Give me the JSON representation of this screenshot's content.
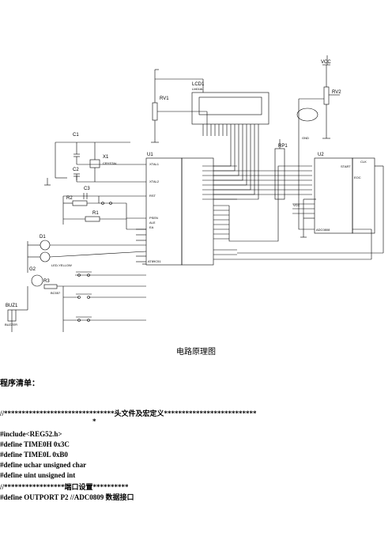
{
  "schematic": {
    "labels": {
      "vcc1": "VCC",
      "vcc2": "VCC",
      "rv1": "RV1",
      "rv2": "RV2",
      "lcd1": "LCD1",
      "lcd_model": "LM016L",
      "c1": "C1",
      "c2": "C2",
      "c3": "C3",
      "x1": "X1",
      "crystal": "CRYSTAL",
      "u1": "U1",
      "u2": "U2",
      "rp1": "RP1",
      "r1": "R1",
      "r2": "R2",
      "r3": "R3",
      "d1": "D1",
      "led_yellow": "LED-YELLOW",
      "g2": "G2",
      "bc557": "BC557",
      "buz1": "BUZ1",
      "buzzer": "BUZZER",
      "u1_model": "AT89C51",
      "u2_model": "ADC0808",
      "gnd": "GND",
      "clk": "CLK",
      "eoc": "EOC",
      "start": "START",
      "xtal1": "XTAL1",
      "xtal2": "XTAL2",
      "rst": "RST",
      "psen": "PSEN",
      "ale": "ALE",
      "ea": "EA"
    }
  },
  "caption": "电路原理图",
  "program": {
    "heading": "程序清单：",
    "lines": [
      "//*******************************头文件及宏定义**************************",
      "                                                    *",
      "#include<REG52.h>",
      "#define TIME0H 0x3C",
      "#define TIME0L 0xB0",
      "#define uchar unsigned char",
      "#define uint unsigned int",
      "//*****************端口设置**********",
      "#define OUTPORT P2 //ADC0809 数据接口"
    ]
  }
}
